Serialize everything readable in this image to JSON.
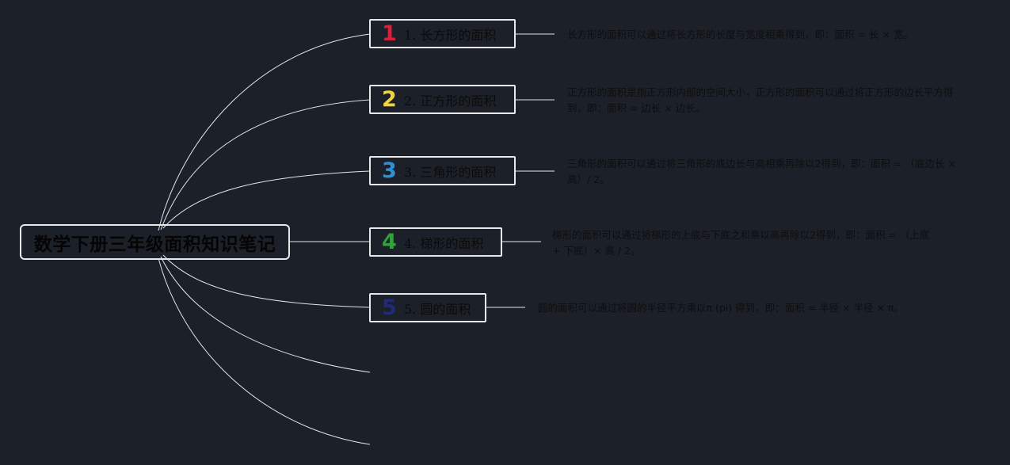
{
  "root": {
    "title": "数学下册三年级面积知识笔记"
  },
  "topics": [
    {
      "number": "1",
      "color": "#d8203a",
      "label": "1. 长方形的面积",
      "note": "长方形的面积可以通过将长方形的长度与宽度相乘得到，即：面积 = 长 × 宽。"
    },
    {
      "number": "2",
      "color": "#f2d43a",
      "label": "2. 正方形的面积",
      "note": "正方形的面积是指正方形内部的空间大小，正方形的面积可以通过将正方形的边长平方得到，即：面积 = 边长 × 边长。"
    },
    {
      "number": "3",
      "color": "#2f8fd8",
      "label": "3. 三角形的面积",
      "note": "三角形的面积可以通过将三角形的底边长与高相乘再除以2得到，即：面积 = （底边长 × 高）/ 2。"
    },
    {
      "number": "4",
      "color": "#2ea33a",
      "label": "4. 梯形的面积",
      "note": "梯形的面积可以通过将梯形的上底与下底之和乘以高再除以2得到，即：面积 = （上底 + 下底）× 高 / 2。"
    },
    {
      "number": "5",
      "color": "#1f2a78",
      "label": "5. 圆的面积",
      "note": "圆的面积可以通过将圆的半径平方乘以π (pi) 得到，即：面积 = 半径 × 半径 × π。"
    }
  ],
  "colors": {
    "background": "#1c2028",
    "line": "#e8e8e8",
    "border": "#e8e8e8"
  }
}
